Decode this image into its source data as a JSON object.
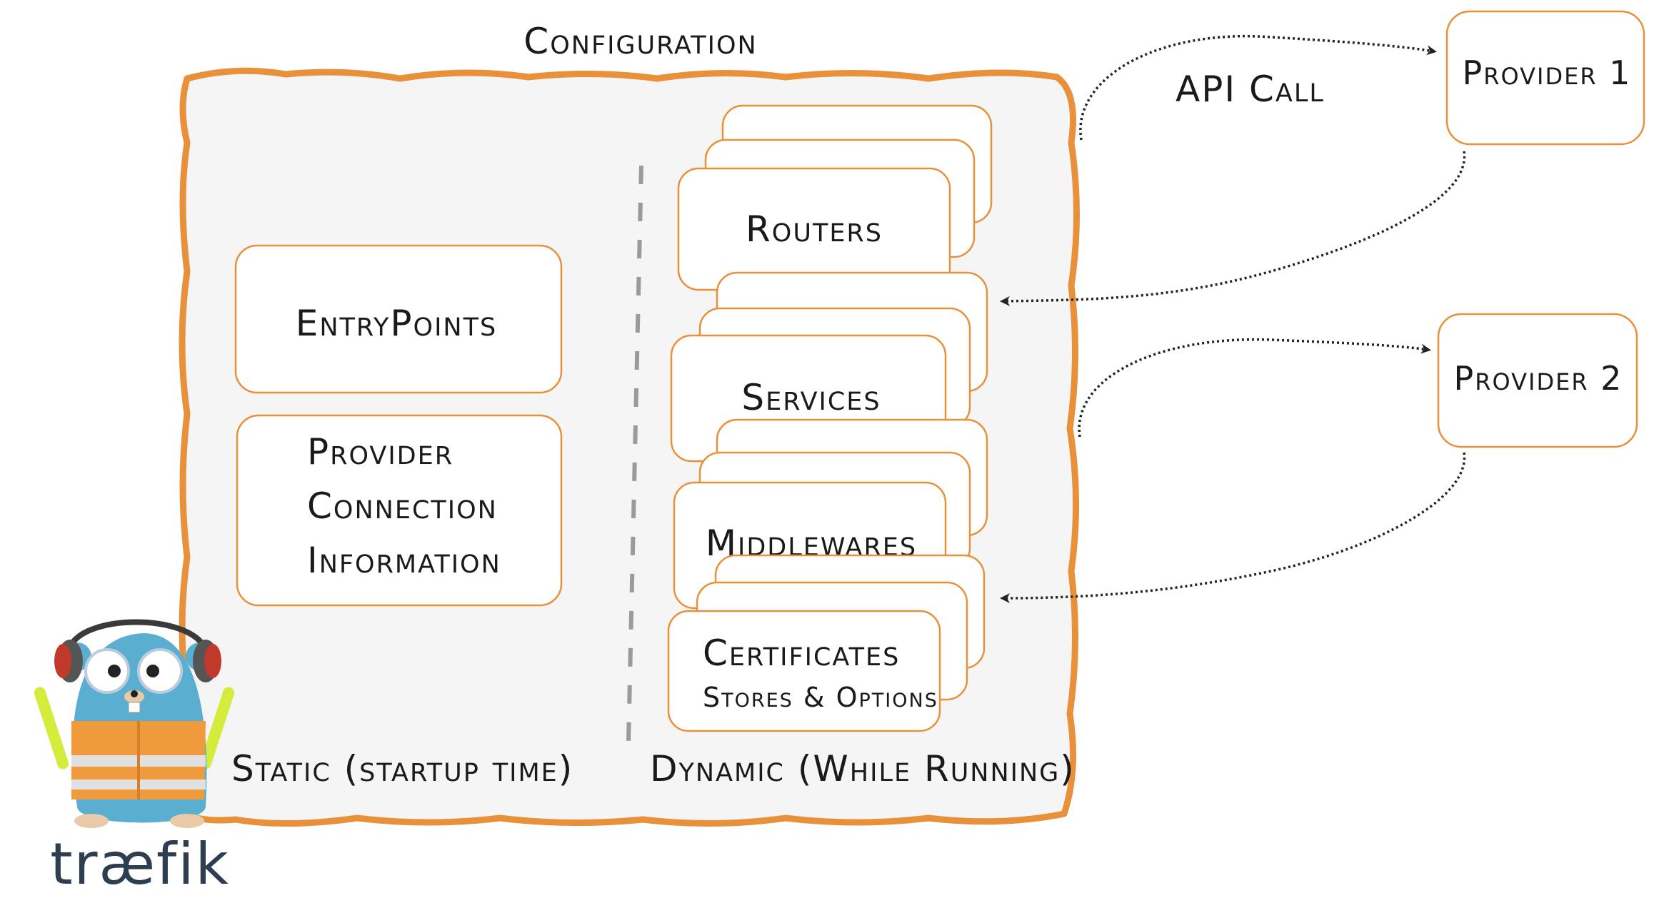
{
  "title": "Configuration",
  "api_call_label": "API Call",
  "static": {
    "entrypoints": "EntryPoints",
    "provider_info": [
      "Provider",
      "Connection",
      "Information"
    ],
    "caption": "Static (startup time)"
  },
  "dynamic": {
    "routers": "Routers",
    "services": "Services",
    "middlewares": "Middlewares",
    "certificates": "Certificates",
    "certificates_sub": "Stores & Options",
    "caption": "Dynamic (While Running)"
  },
  "providers": [
    "Provider 1",
    "Provider 2"
  ],
  "logo": "træfik",
  "colors": {
    "accent_orange": "#e8913a",
    "panel_fill": "#f5f5f5",
    "text": "#1a1a1a",
    "gopher_blue": "#5aaed0",
    "vest_orange": "#ef9a3c",
    "light_stick": "#d4ec3c"
  }
}
